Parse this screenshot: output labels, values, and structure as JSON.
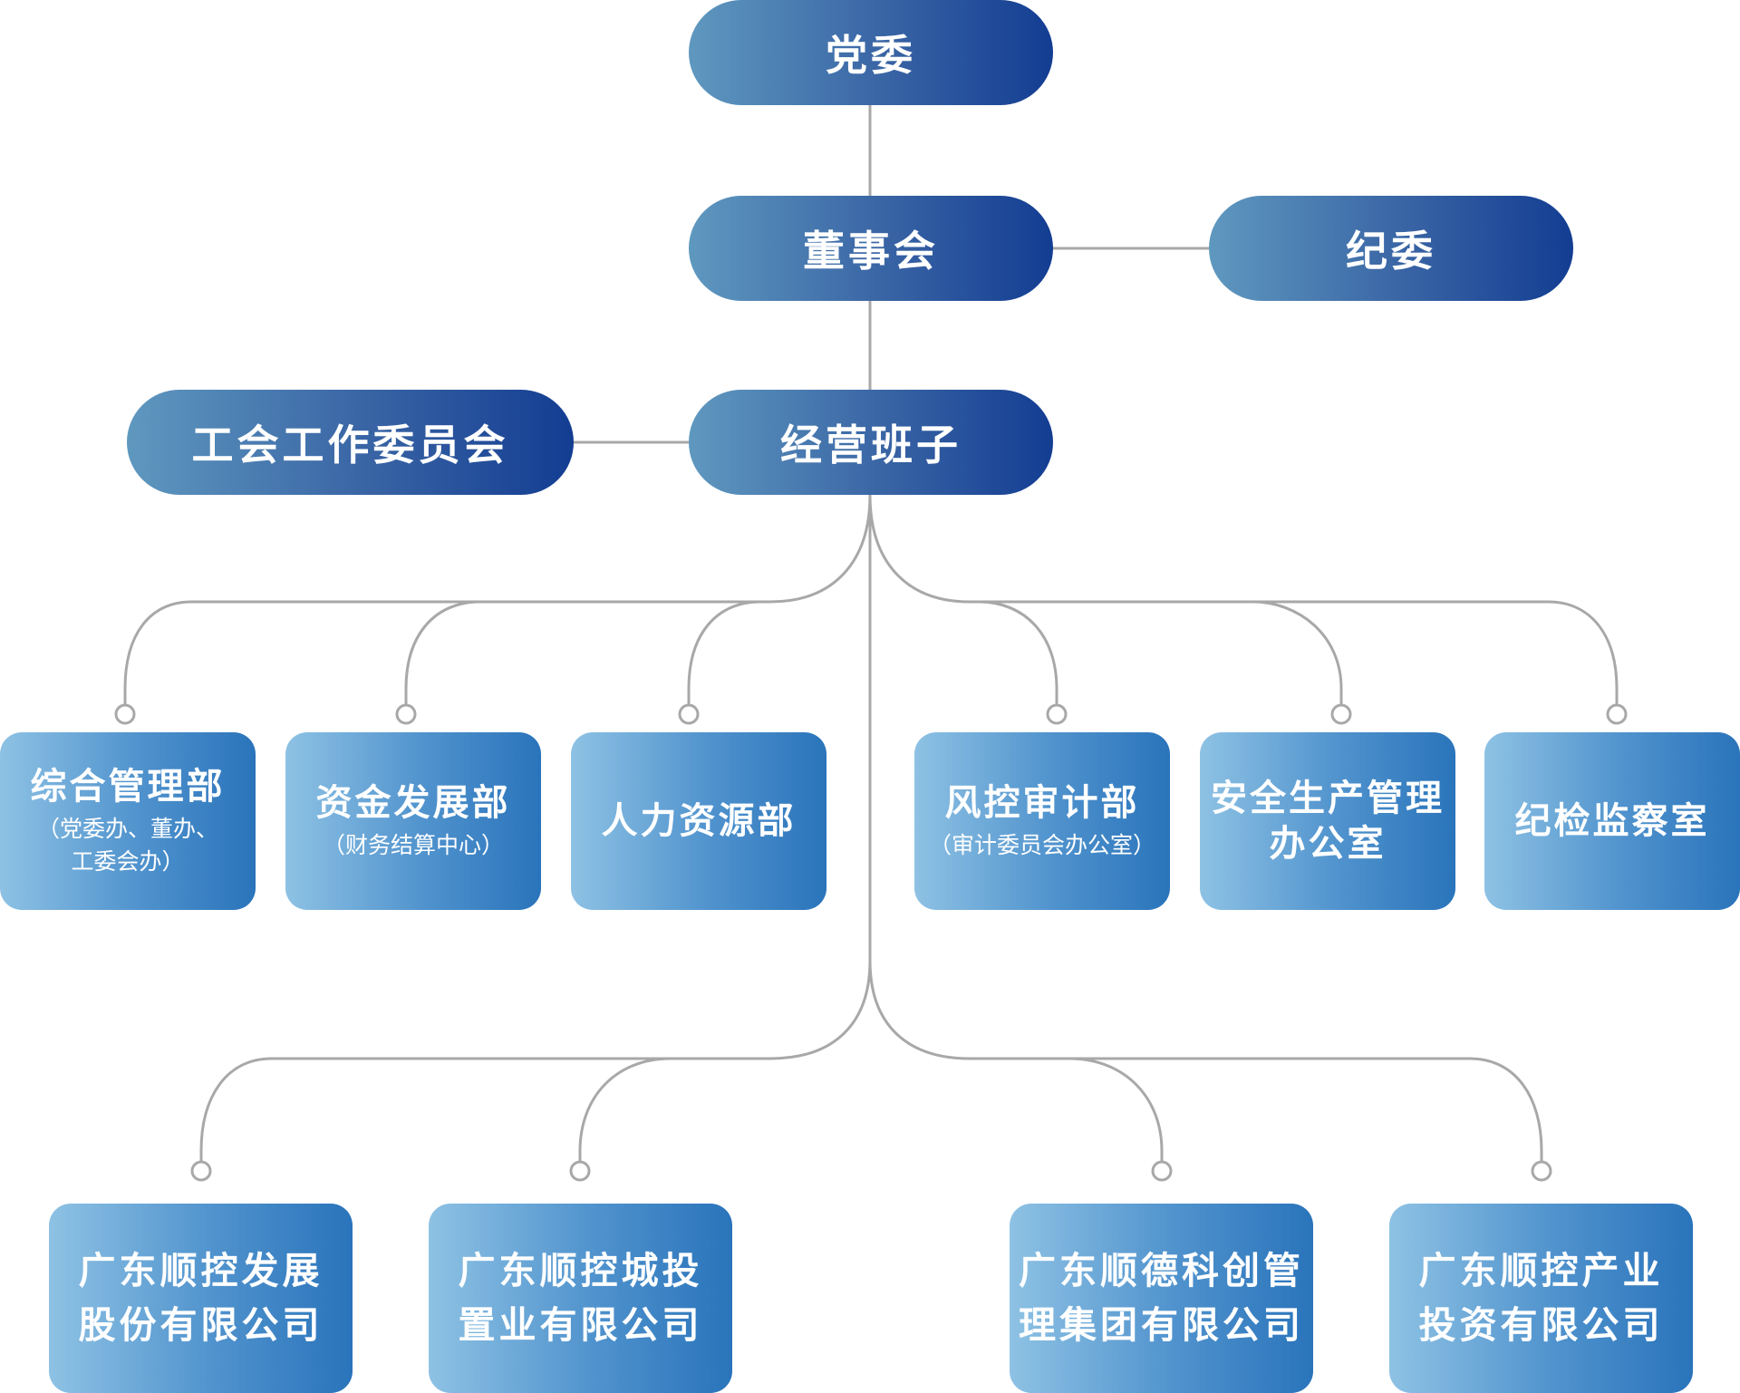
{
  "top": {
    "party": "党委",
    "board": "董事会",
    "discipline": "纪委",
    "union": "工会工作委员会",
    "management": "经营班子"
  },
  "departments": [
    {
      "name": "综合管理部",
      "sub": "（党委办、董办、",
      "sub2": "工委会办）"
    },
    {
      "name": "资金发展部",
      "sub": "（财务结算中心）"
    },
    {
      "name": "人力资源部"
    },
    {
      "name": "风控审计部",
      "sub": "（审计委员会办公室）"
    },
    {
      "name": "安全生产管理",
      "name2": "办公室"
    },
    {
      "name": "纪检监察室"
    }
  ],
  "companies": [
    {
      "line1": "广东顺控发展",
      "line2": "股份有限公司"
    },
    {
      "line1": "广东顺控城投",
      "line2": "置业有限公司"
    },
    {
      "line1": "广东顺德科创管",
      "line2": "理集团有限公司"
    },
    {
      "line1": "广东顺控产业",
      "line2": "投资有限公司"
    }
  ],
  "colors": {
    "top_pill_start": "#5f98bf",
    "top_pill_end": "#133d92",
    "box_start": "#8ec2e4",
    "box_end": "#2a74bb",
    "connector": "#a8a8a8"
  }
}
